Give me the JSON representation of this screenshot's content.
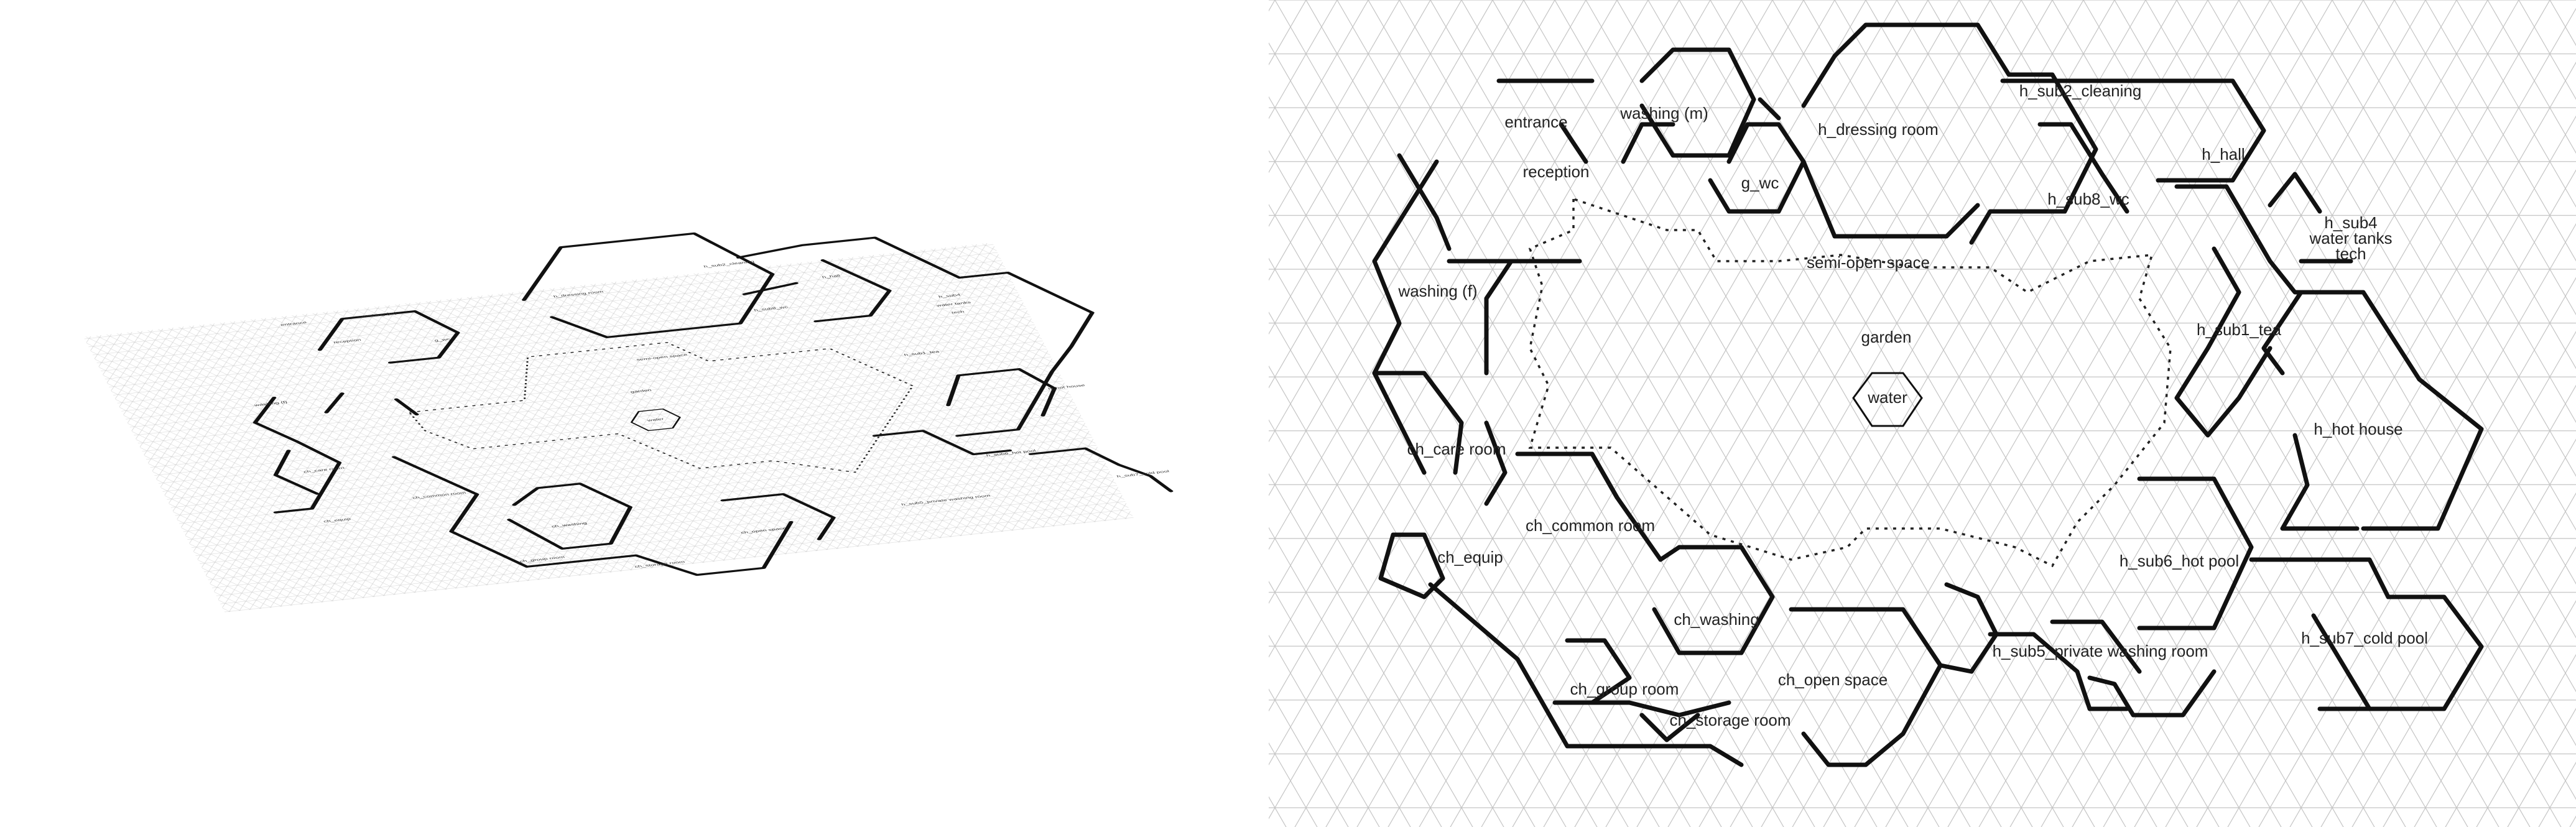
{
  "plan": {
    "rooms": [
      {
        "id": "entrance",
        "label": "entrance"
      },
      {
        "id": "washing-m",
        "label": "washing (m)"
      },
      {
        "id": "h-dressing-room",
        "label": "h_dressing room"
      },
      {
        "id": "h-sub2-cleaning",
        "label": "h_sub2_cleaning"
      },
      {
        "id": "h-hall",
        "label": "h_hall"
      },
      {
        "id": "reception",
        "label": "reception"
      },
      {
        "id": "g-wc",
        "label": "g_wc"
      },
      {
        "id": "h-sub8-wc",
        "label": "h_sub8_wc"
      },
      {
        "id": "h-sub4",
        "label": "h_sub4"
      },
      {
        "id": "water-tanks",
        "label": "water tanks"
      },
      {
        "id": "tech",
        "label": "tech"
      },
      {
        "id": "semi-open-space",
        "label": "semi-open space"
      },
      {
        "id": "washing-f",
        "label": "washing (f)"
      },
      {
        "id": "garden",
        "label": "garden"
      },
      {
        "id": "h-sub1-tea",
        "label": "h_sub1_tea"
      },
      {
        "id": "water",
        "label": "water"
      },
      {
        "id": "ch-care-room",
        "label": "ch_care room"
      },
      {
        "id": "h-hot-house",
        "label": "h_hot house"
      },
      {
        "id": "ch-common-room",
        "label": "ch_common room"
      },
      {
        "id": "ch-equip",
        "label": "ch_equip"
      },
      {
        "id": "h-sub6-hot-pool",
        "label": "h_sub6_hot pool"
      },
      {
        "id": "ch-washing",
        "label": "ch_washing"
      },
      {
        "id": "h-sub7-cold-pool",
        "label": "h_sub7_cold pool"
      },
      {
        "id": "h-sub5-private-washing-room",
        "label": "h_sub5_private washing room"
      },
      {
        "id": "ch-open-space",
        "label": "ch_open space"
      },
      {
        "id": "ch-group-room",
        "label": "ch_group room"
      },
      {
        "id": "ch-storage-room",
        "label": "ch_storage room"
      }
    ]
  },
  "colors": {
    "grid": "#bdbdbd",
    "wall": "#111111",
    "boundary": "#222222",
    "background": "#ffffff"
  }
}
